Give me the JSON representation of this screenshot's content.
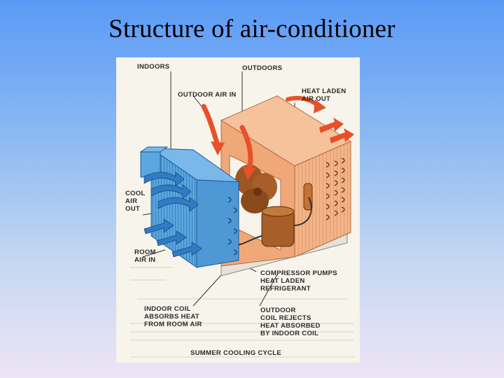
{
  "slide": {
    "title": "Structure of air-conditioner"
  },
  "diagram": {
    "labels": {
      "indoors": "INDOORS",
      "outdoors": "OUTDOORS",
      "outdoor_air_in": "OUTDOOR AIR IN",
      "heat_laden_air_out_1": "HEAT LADEN",
      "heat_laden_air_out_2": "AIR OUT",
      "cool_air_out_1": "COOL",
      "cool_air_out_2": "AIR",
      "cool_air_out_3": "OUT",
      "room_air_in_1": "ROOM",
      "room_air_in_2": "AIR IN",
      "compressor_1": "COMPRESSOR PUMPS",
      "compressor_2": "HEAT LADEN",
      "compressor_3": "REFRIGERANT",
      "indoor_coil_1": "INDOOR COIL",
      "indoor_coil_2": "ABSORBS HEAT",
      "indoor_coil_3": "FROM ROOM AIR",
      "outdoor_coil_1": "OUTDOOR",
      "outdoor_coil_2": "COIL REJECTS",
      "outdoor_coil_3": "HEAT ABSORBED",
      "outdoor_coil_4": "BY INDOOR COIL",
      "caption": "SUMMER COOLING CYCLE"
    },
    "colors": {
      "indoor_unit": "#5aa6e0",
      "outdoor_unit": "#f0a878",
      "compressor": "#8a4a1c",
      "hot_air_arrow": "#e8502a",
      "cool_air_arrow": "#2f7cc4"
    }
  }
}
